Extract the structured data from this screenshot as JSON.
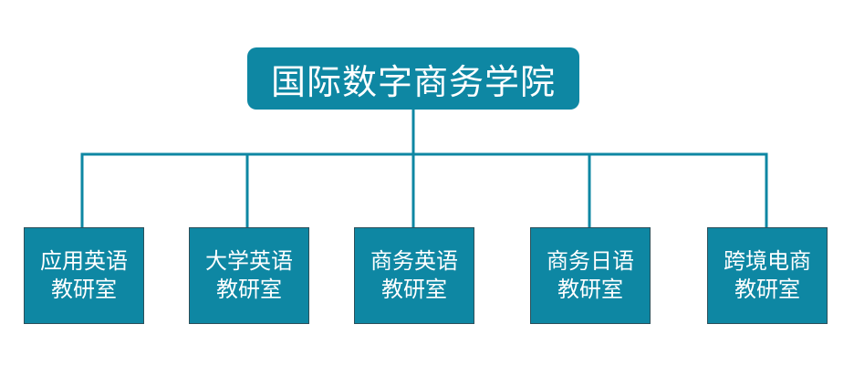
{
  "colors": {
    "node_fill": "#0e87a3",
    "node_text": "#ffffff",
    "connector": "#0e87a3",
    "child_border": "#2b4f5a",
    "background": "#ffffff"
  },
  "org": {
    "root": "国际数字商务学院",
    "children": [
      {
        "line1": "应用英语",
        "line2": "教研室"
      },
      {
        "line1": "大学英语",
        "line2": "教研室"
      },
      {
        "line1": "商务英语",
        "line2": "教研室"
      },
      {
        "line1": "商务日语",
        "line2": "教研室"
      },
      {
        "line1": "跨境电商",
        "line2": "教研室"
      }
    ]
  }
}
